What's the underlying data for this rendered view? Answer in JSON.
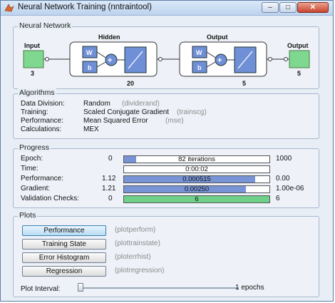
{
  "window": {
    "title": "Neural Network Training (nntraintool)"
  },
  "titlebar": {
    "minimize": "–",
    "maximize": "□",
    "close": "✕"
  },
  "network": {
    "section_title": "Neural Network",
    "input_label": "Input",
    "input_size": "3",
    "hidden_label": "Hidden",
    "hidden_size": "20",
    "output_layer_label": "Output",
    "output_layer_size": "5",
    "output_label": "Output",
    "output_size": "5",
    "w": "W",
    "b": "b",
    "plus": "+"
  },
  "algorithms": {
    "section_title": "Algorithms",
    "rows": [
      {
        "label": "Data Division:",
        "value": "Random",
        "hint": "(dividerand)"
      },
      {
        "label": "Training:",
        "value": "Scaled Conjugate Gradient",
        "hint": "(trainscg)"
      },
      {
        "label": "Performance:",
        "value": "Mean Squared Error",
        "hint": "(mse)"
      },
      {
        "label": "Calculations:",
        "value": "MEX",
        "hint": ""
      }
    ]
  },
  "progress": {
    "section_title": "Progress",
    "rows": [
      {
        "label": "Epoch:",
        "start": "0",
        "value": "82 iterations",
        "end": "1000",
        "fill": 0.082
      },
      {
        "label": "Time:",
        "start": "",
        "value": "0:00:02",
        "end": "",
        "fill": 0
      },
      {
        "label": "Performance:",
        "start": "1.12",
        "value": "0.000515",
        "end": "0.00",
        "fill": 0.9
      },
      {
        "label": "Gradient:",
        "start": "1.21",
        "value": "0.00250",
        "end": "1.00e-06",
        "fill": 0.84
      },
      {
        "label": "Validation Checks:",
        "start": "0",
        "value": "6",
        "end": "6",
        "fill": 1.0
      }
    ]
  },
  "plots": {
    "section_title": "Plots",
    "buttons": [
      {
        "label": "Performance",
        "hint": "(plotperform)"
      },
      {
        "label": "Training State",
        "hint": "(plottrainstate)"
      },
      {
        "label": "Error Histogram",
        "hint": "(ploterrhist)"
      },
      {
        "label": "Regression",
        "hint": "(plotregression)"
      }
    ],
    "interval_label": "Plot Interval:",
    "interval_value": "1 epochs"
  },
  "colors": {
    "accent_blue": "#7894d6",
    "accent_green": "#6fd08a"
  }
}
